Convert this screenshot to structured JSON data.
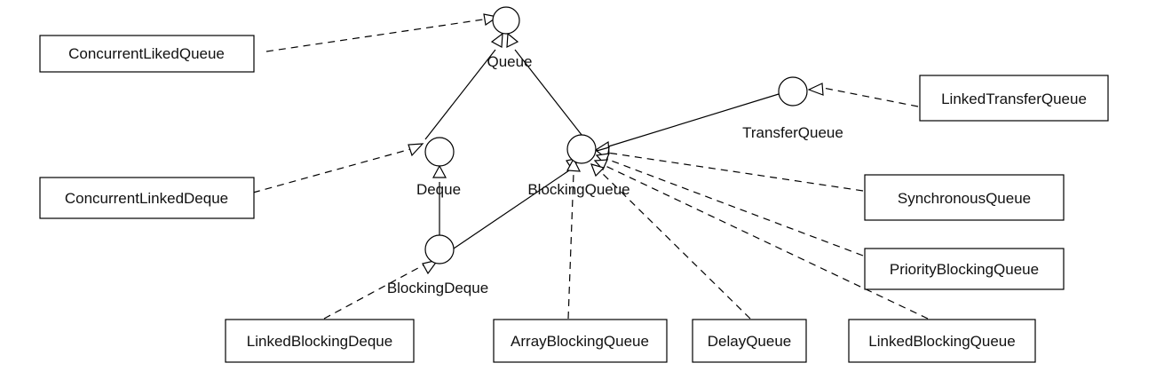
{
  "interfaces": {
    "queue": "Queue",
    "deque": "Deque",
    "blocking_queue": "BlockingQueue",
    "blocking_deque": "BlockingDeque",
    "transfer_queue": "TransferQueue"
  },
  "classes": {
    "concurrent_liked_queue": "ConcurrentLikedQueue",
    "concurrent_linked_deque": "ConcurrentLinkedDeque",
    "linked_transfer_queue": "LinkedTransferQueue",
    "synchronous_queue": "SynchronousQueue",
    "priority_blocking_queue": "PriorityBlockingQueue",
    "linked_blocking_deque": "LinkedBlockingDeque",
    "array_blocking_queue": "ArrayBlockingQueue",
    "delay_queue": "DelayQueue",
    "linked_blocking_queue": "LinkedBlockingQueue"
  }
}
